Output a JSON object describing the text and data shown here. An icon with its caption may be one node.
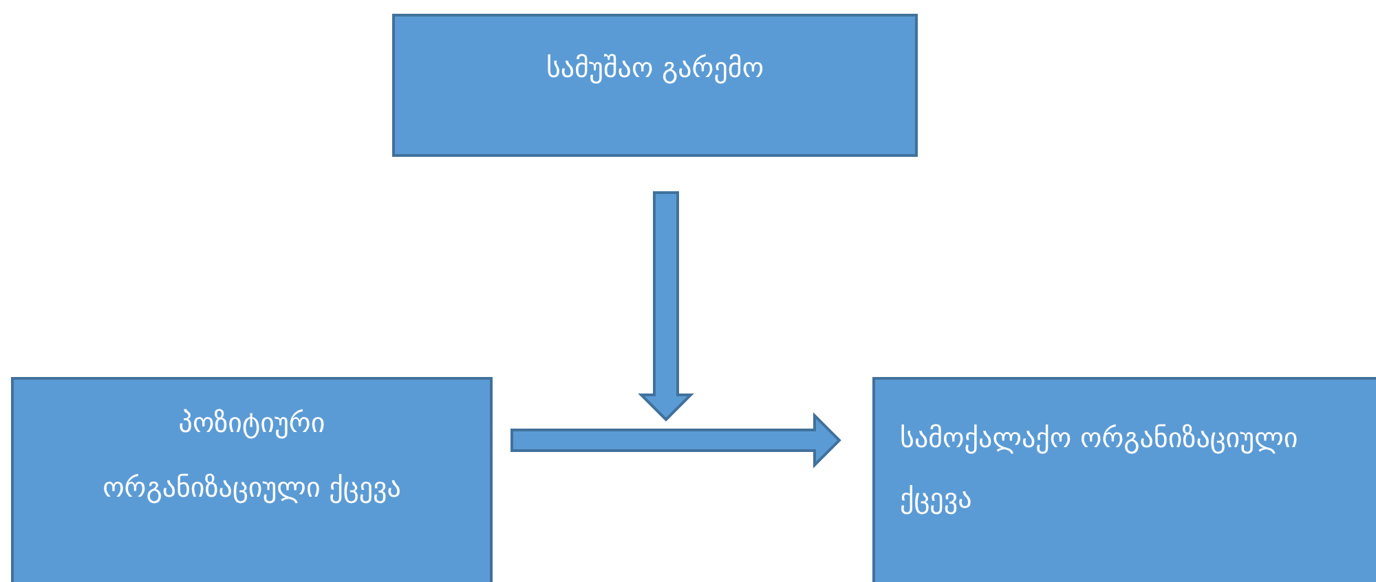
{
  "diagram": {
    "nodes": [
      {
        "text": [
          "სამუშაო გარემო"
        ]
      },
      {
        "text": [
          "პოზიტიური ორგანიზაციული ქცევა"
        ]
      },
      {
        "text": [
          "სამოქალაქო ორგანიზაციული ქცევა"
        ]
      }
    ],
    "edges": [
      {
        "from": 0,
        "to": null,
        "arrow": "to"
      },
      {
        "from": 1,
        "to": 2,
        "arrow": "to"
      }
    ]
  }
}
